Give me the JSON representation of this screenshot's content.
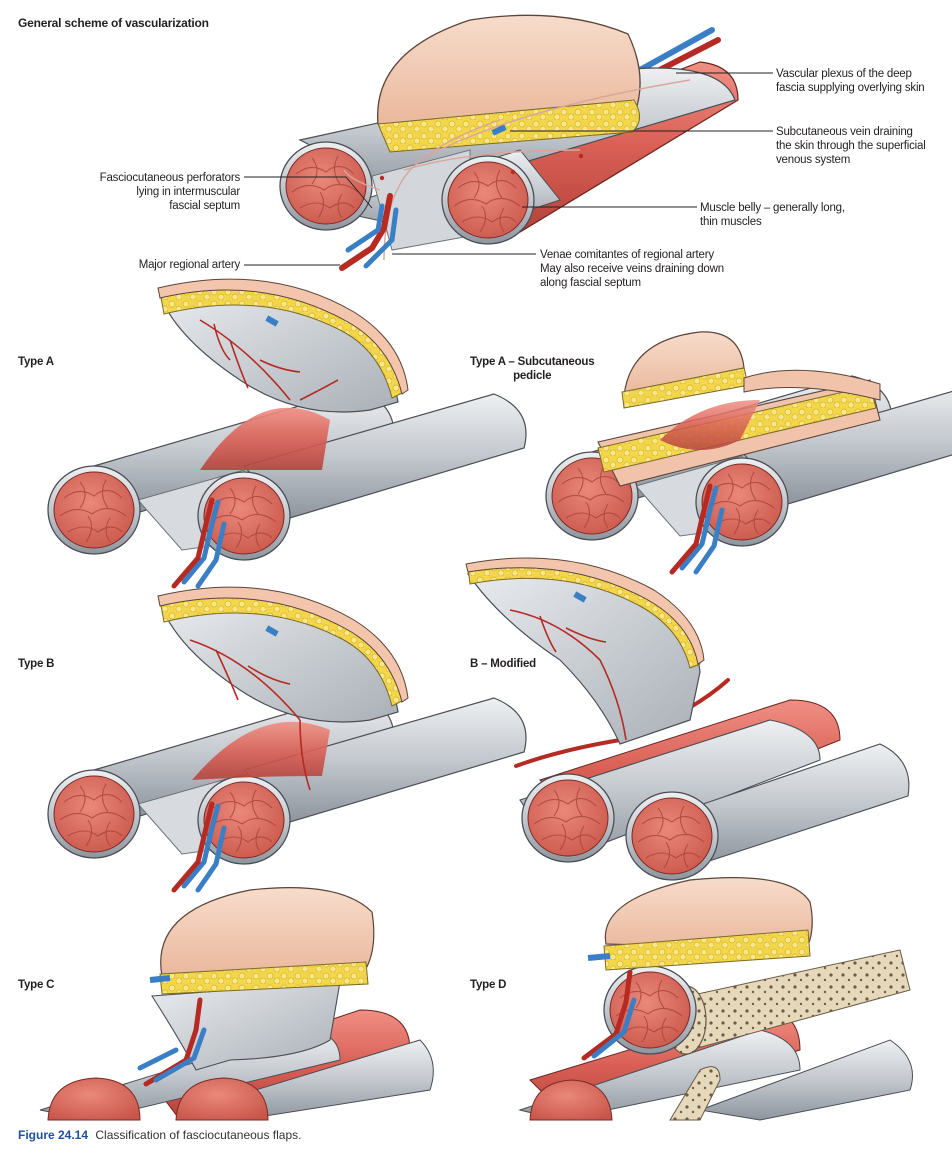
{
  "figure": {
    "title": "General scheme of vascularization",
    "caption_number": "Figure 24.14",
    "caption_text": "Classification of fasciocutaneous flaps."
  },
  "labels": {
    "vascular_plexus": [
      "Vascular plexus of the deep",
      "fascia supplying overlying skin"
    ],
    "subcutaneous_vein": [
      "Subcutaneous vein draining",
      "the skin through the superficial",
      "venous system"
    ],
    "perforators": [
      "Fasciocutaneous perforators",
      "lying in intermuscular",
      "fascial septum"
    ],
    "muscle_belly": [
      "Muscle belly – generally long,",
      "thin muscles"
    ],
    "major_artery": "Major regional artery",
    "venae_comitantes": [
      "Venae comitantes of regional artery",
      "May also receive veins draining down",
      "along fascial septum"
    ]
  },
  "panels": {
    "type_a": "Type A",
    "type_a_sub": [
      "Type A – Subcutaneous",
      "pedicle"
    ],
    "type_b": "Type B",
    "b_modified": "B – Modified",
    "type_c": "Type C",
    "type_d": "Type D"
  },
  "colors": {
    "skin": "#f2c9b0",
    "fat": "#f3d64a",
    "fascia": "#c7ccd2",
    "muscle": "#d9655b",
    "artery": "#b52a22",
    "vein": "#3a7fc6",
    "bone": "#e8dcc0",
    "caption_accent": "#1f4f9e"
  }
}
